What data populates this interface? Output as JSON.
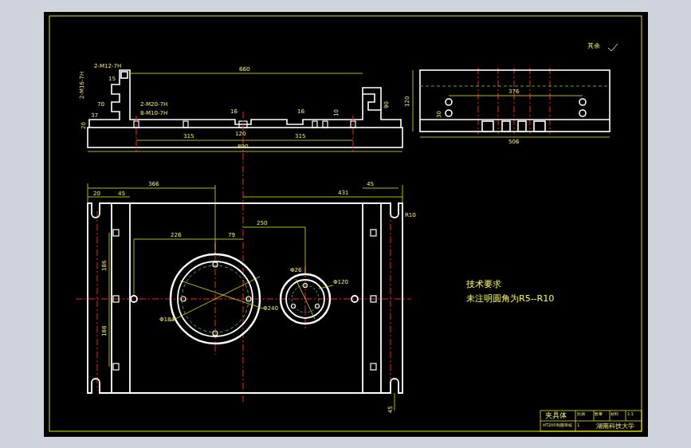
{
  "diagram": {
    "labels": [
      "2-M12-7H",
      "2-M16-7H",
      "2-M20-7H",
      "8-M10-7H",
      "15",
      "70",
      "37",
      "20",
      "660",
      "16",
      "16",
      "10",
      "90",
      "120",
      "315",
      "315",
      "890",
      "120",
      "376",
      "30",
      "506",
      "20",
      "45",
      "366",
      "431",
      "45",
      "226",
      "79",
      "250",
      "186",
      "188",
      "R10",
      "Φ184",
      "Φ240",
      "Φ26",
      "Φ120",
      "45",
      "技术要求",
      "未注明圆角为R5--R10",
      "其余",
      "夹具体",
      "比例",
      "数量",
      "材料",
      "1:1",
      "1",
      "HT200",
      "制图",
      "审核",
      "湖南科技大学"
    ]
  }
}
